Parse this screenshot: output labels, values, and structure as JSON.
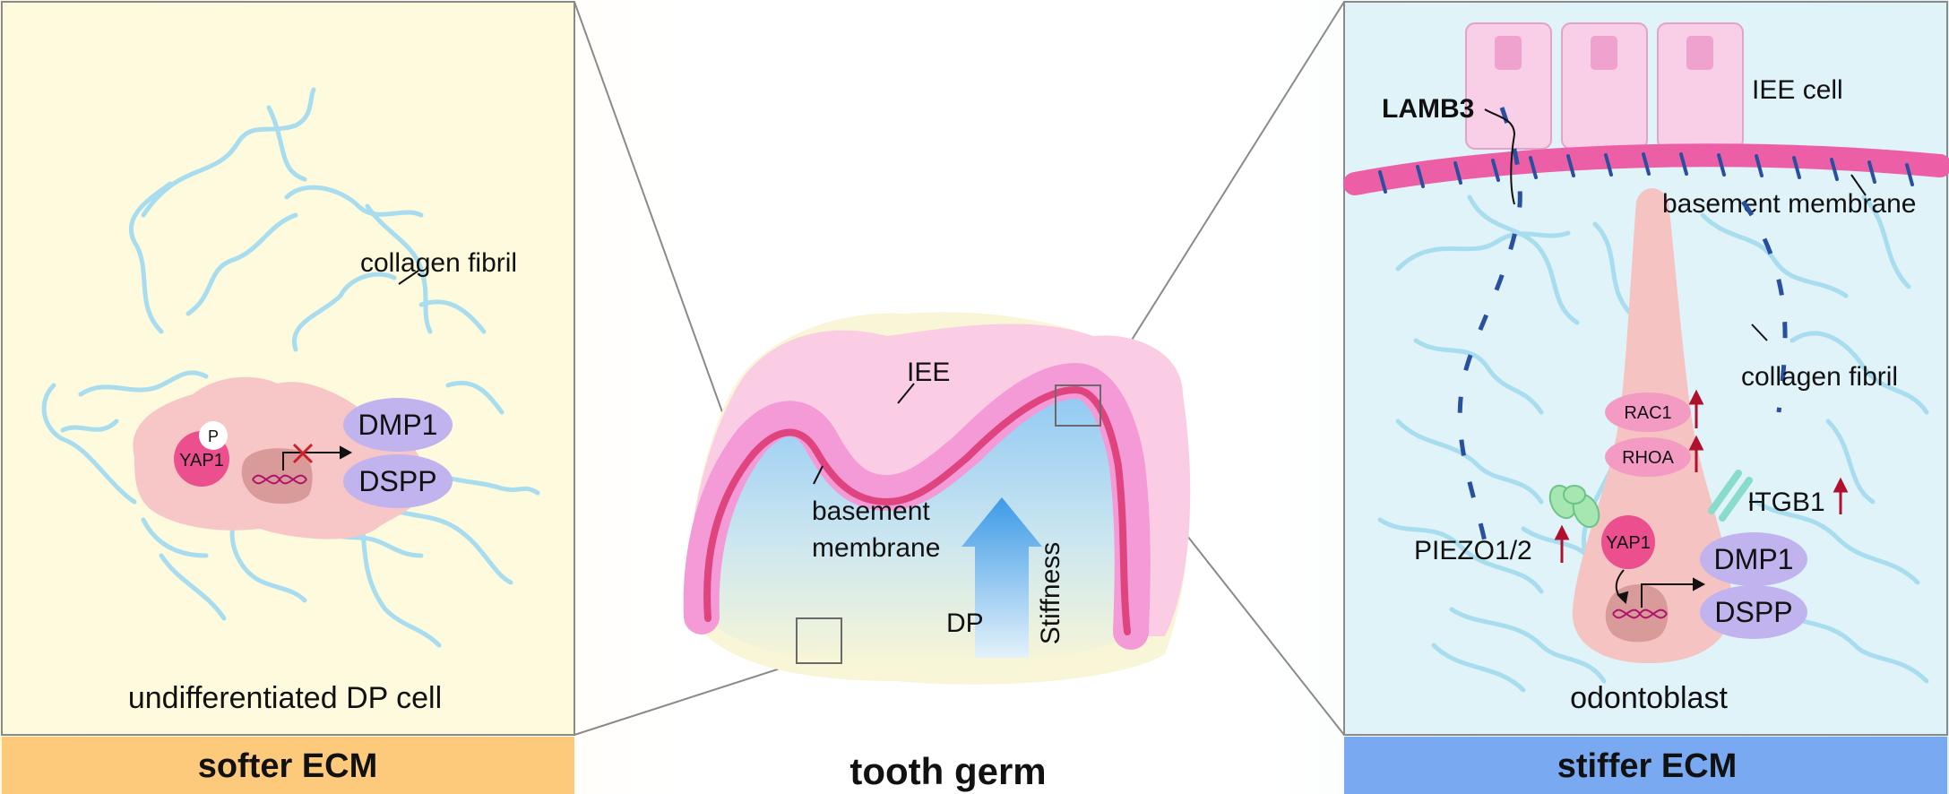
{
  "left_panel": {
    "label_collagen": "collagen fibril",
    "protein_phospho": "P",
    "protein_yap1": "YAP1",
    "gene_dmp1": "DMP1",
    "gene_dspp": "DSPP",
    "caption": "undifferentiated DP cell",
    "footer": "softer ECM"
  },
  "center_panel": {
    "label_iee": "IEE",
    "label_bm_1": "basement",
    "label_bm_2": "membrane",
    "label_dp": "DP",
    "arrow_label": "Stiffness",
    "footer": "tooth germ"
  },
  "right_panel": {
    "label_lamb3": "LAMB3",
    "label_iee_cell": "IEE cell",
    "label_bm": "basement membrane",
    "label_collagen": "collagen fibril",
    "protein_rac1": "RAC1",
    "protein_rhoa": "RHOA",
    "protein_itgb1": "ITGB1",
    "protein_piezo": "PIEZO1/2",
    "protein_yap1": "YAP1",
    "gene_dmp1": "DMP1",
    "gene_dspp": "DSPP",
    "caption": "odontoblast",
    "footer": "stiffer ECM"
  },
  "colors": {
    "left_bg": "#fdfadd",
    "left_footer": "#fdc97a",
    "right_bg": "#dff3f9",
    "right_footer": "#79a9f0",
    "collagen": "#a8dcef",
    "membrane": "#ef5fa3",
    "cell": "#f7c6c6",
    "yap": "#ec4f8e",
    "gene_bubble": "#c0b3ee",
    "up_arrow": "#b0102e"
  }
}
